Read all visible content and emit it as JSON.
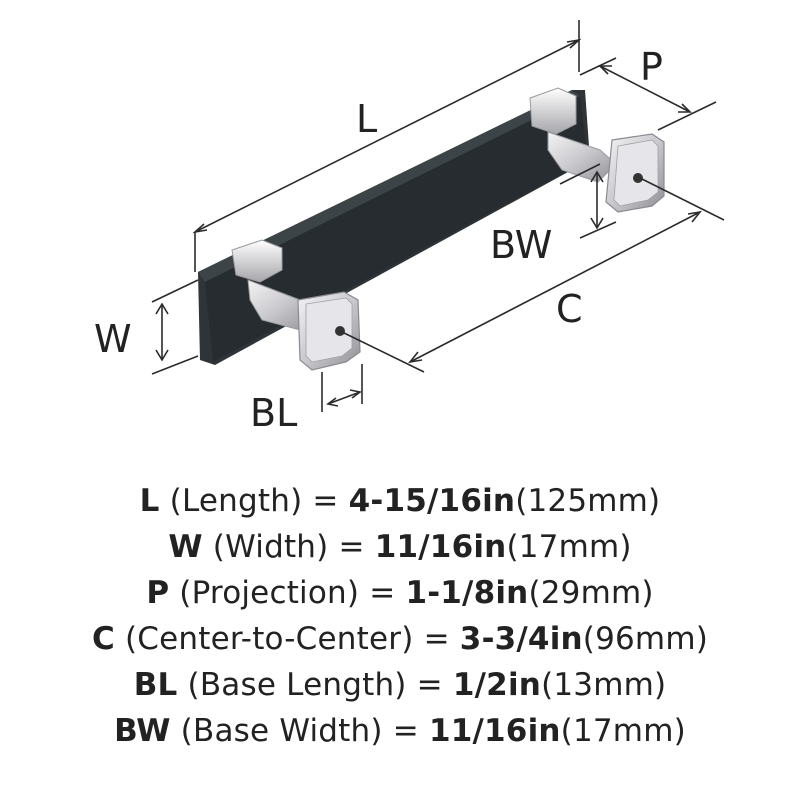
{
  "diagram": {
    "labels": {
      "length": "L",
      "projection": "P",
      "base_width": "BW",
      "width": "W",
      "center": "C",
      "base_length": "BL"
    }
  },
  "specs": [
    {
      "symbol": "L",
      "desc": " (Length) = ",
      "value": "4-15/16in",
      "metric": "(125mm)"
    },
    {
      "symbol": "W",
      "desc": " (Width) = ",
      "value": "11/16in",
      "metric": "(17mm)"
    },
    {
      "symbol": "P",
      "desc": " (Projection) = ",
      "value": "1-1/8in",
      "metric": "(29mm)"
    },
    {
      "symbol": "C",
      "desc": " (Center-to-Center) = ",
      "value": "3-3/4in",
      "metric": "(96mm)"
    },
    {
      "symbol": "BL",
      "desc": " (Base Length) = ",
      "value": "1/2in",
      "metric": "(13mm)"
    },
    {
      "symbol": "BW",
      "desc": " (Base Width) = ",
      "value": "11/16in",
      "metric": "(17mm)"
    }
  ],
  "colors": {
    "bar": "#2e3438",
    "chrome": "#d9d9dc",
    "text": "#222222"
  }
}
